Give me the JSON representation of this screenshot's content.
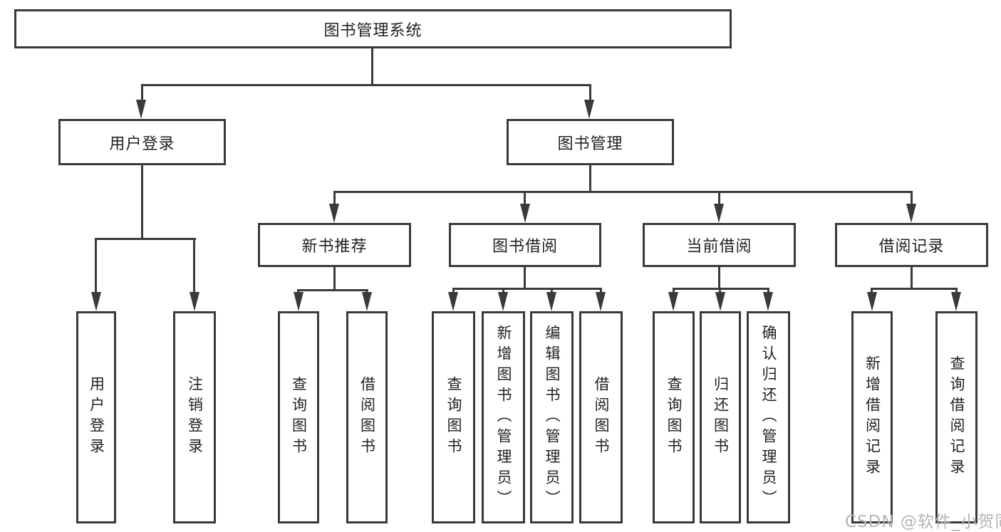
{
  "diagram_title": "图书管理系统",
  "tree": {
    "root": "图书管理系统",
    "branches": [
      "用户登录",
      "图书管理"
    ],
    "categories": [
      "新书推荐",
      "图书借阅",
      "当前借阅",
      "借阅记录"
    ],
    "leaves": {
      "user_login": [
        "用户登录",
        "注销登录"
      ],
      "new_book": [
        "查询图书",
        "借阅图书"
      ],
      "book_borrow": [
        "查询图书",
        "新增图书（管理员）",
        "编辑图书（管理员）",
        "借阅图书"
      ],
      "current_borrow": [
        "查询图书",
        "归还图书",
        "确认归还（管理员）"
      ],
      "borrow_record": [
        "新增借阅记录",
        "查询借阅记录"
      ]
    }
  },
  "watermark": "CSDN @软件_小贺同学",
  "colors": {
    "line": "#3a3a3a",
    "text": "#222222",
    "watermark": "#b5b5b5",
    "background": "#ffffff"
  }
}
